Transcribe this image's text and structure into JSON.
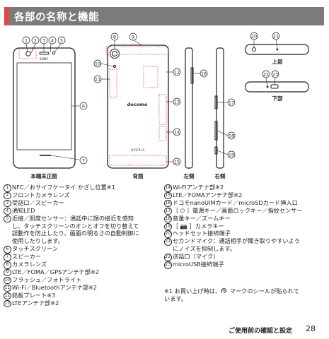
{
  "header": {
    "title": "各部の名称と機能"
  },
  "diagram": {
    "captions": {
      "front": "本端末正面",
      "back": "背面",
      "left": "左側",
      "right": "右側",
      "top": "上部",
      "bottom": "下部"
    },
    "logos": {
      "sony": "SONY",
      "docomo": "docomo",
      "xperia": "XPERIA"
    },
    "callouts": [
      "1",
      "2",
      "3",
      "4",
      "5",
      "6",
      "7",
      "8",
      "9",
      "10",
      "11",
      "12",
      "13",
      "14",
      "15",
      "16",
      "17",
      "18",
      "19",
      "20",
      "21",
      "22",
      "23"
    ]
  },
  "parts_left": [
    {
      "num": "1",
      "text": "NFC／おサイフケータイ かざし位置※1"
    },
    {
      "num": "2",
      "text": "フロントカメラレンズ"
    },
    {
      "num": "3",
      "text": "受話口／スピーカー"
    },
    {
      "num": "4",
      "text": "通知LED"
    },
    {
      "num": "5",
      "text": "近接／照度センサー：通話中に顔の接近を感知\nし、タッチスクリーンのオンとオフを切り替えて\n誤動作を防止したり、画面の明るさの自動制御に\n使用したりします。"
    },
    {
      "num": "6",
      "text": "タッチスクリーン"
    },
    {
      "num": "7",
      "text": "スピーカー"
    },
    {
      "num": "8",
      "text": "カメラレンズ"
    },
    {
      "num": "9",
      "text": "LTE／FOMA／GPSアンテナ部※2"
    },
    {
      "num": "10",
      "text": "フラッシュ／フォトライト"
    },
    {
      "num": "11",
      "text": "Wi-Fi／Bluetoothアンテナ部※2"
    },
    {
      "num": "12",
      "text": "銘板プレート※3"
    },
    {
      "num": "13",
      "text": "LTEアンテナ部※2"
    }
  ],
  "parts_right": [
    {
      "num": "14",
      "text": "Wi-Fiアンテナ部※2"
    },
    {
      "num": "15",
      "text": "LTE／FOMAアンテナ部※2"
    },
    {
      "num": "16",
      "text": "ドコモnanoUIMカード／microSDカード挿入口"
    },
    {
      "num": "17",
      "text": "［ ⏻ ］電源キー／画面ロックキー／指紋センサー"
    },
    {
      "num": "18",
      "text": "音量キー／ズームキー"
    },
    {
      "num": "19",
      "text": "［ 📷 ］カメラキー"
    },
    {
      "num": "20",
      "text": "ヘッドセット接続端子"
    },
    {
      "num": "21",
      "text": "セカンドマイク：通話相手が聞き取りやすいよう\nにノイズを抑制します。"
    },
    {
      "num": "22",
      "text": "送話口（マイク）"
    },
    {
      "num": "23",
      "text": "microUSB接続端子"
    }
  ],
  "notes": {
    "note1_before": "※1 お買い上げ時は、",
    "note1_after": " マークのシールが貼られて\nいます。"
  },
  "footer": {
    "section": "ご使用前の確認と設定",
    "page": "28"
  }
}
